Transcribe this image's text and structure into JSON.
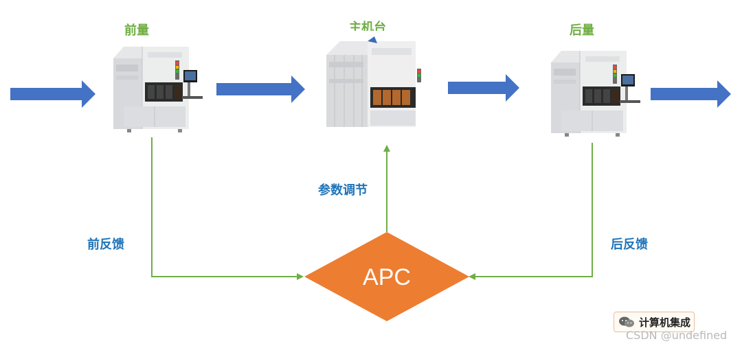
{
  "stations": {
    "pre": "前量",
    "main": "主机台",
    "post": "后量"
  },
  "labels": {
    "param_adjust": "参数调节",
    "front_feedback": "前反馈",
    "back_feedback": "后反馈"
  },
  "apc": "APC",
  "watermark": {
    "account": "计算机集成",
    "icon": "wechat-icon"
  },
  "credit": "CSDN @undefined",
  "colors": {
    "flow_arrow": "#4472c4",
    "feedback_line": "#70ad47",
    "apc_fill": "#ed7d31",
    "station_label": "#6fae43",
    "feedback_label": "#1f74b8"
  }
}
